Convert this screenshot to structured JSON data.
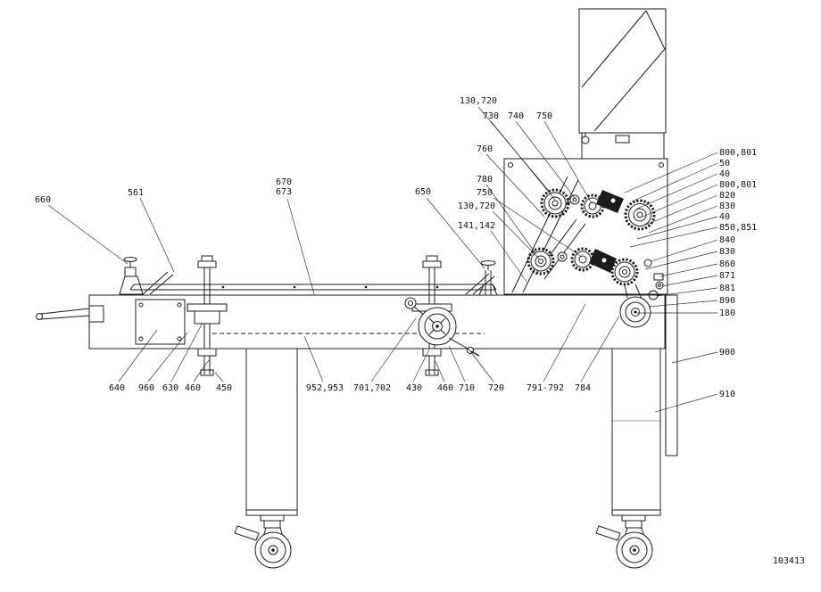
{
  "drawing_number": "103413",
  "labels": [
    "660",
    "561",
    "670",
    "673",
    "650",
    "130,720",
    "730",
    "740",
    "750",
    "760",
    "780",
    "750",
    "130,720",
    "141,142",
    "800,801",
    "50",
    "40",
    "800,801",
    "820",
    "830",
    "40",
    "850,851",
    "840",
    "830",
    "860",
    "871",
    "881",
    "890",
    "180",
    "900",
    "910",
    "640",
    "960",
    "630",
    "460",
    "450",
    "952,953",
    "701,702",
    "430",
    "460",
    "710",
    "720",
    "791-792",
    "784"
  ]
}
